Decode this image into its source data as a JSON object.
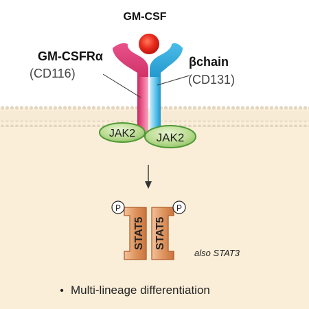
{
  "ligand": {
    "name": "GM-CSF"
  },
  "receptor_alpha": {
    "name": "GM-CSFRα",
    "alias": "(CD116)"
  },
  "receptor_beta": {
    "name": "βchain",
    "alias": "(CD131)"
  },
  "kinases": [
    {
      "label": "JAK2"
    },
    {
      "label": "JAK2"
    }
  ],
  "stat_dimer": {
    "monomers": [
      {
        "label": "STAT5"
      },
      {
        "label": "STAT5"
      }
    ],
    "phospho_label": "P",
    "note": "also STAT3"
  },
  "outcome": {
    "bullet": "•",
    "text": "Multi-lineage differentiation"
  },
  "colors": {
    "cytoplasm": "#fbeed8",
    "membrane": "#e9ddc8",
    "alpha_chain": "#e2477a",
    "beta_chain": "#35b0e2",
    "ligand": "#e8281c",
    "jak2_fill": "#b7d68b",
    "jak2_stroke": "#4f9a35",
    "stat_fill": "#d98855",
    "stat_stroke": "#b05e2b"
  }
}
